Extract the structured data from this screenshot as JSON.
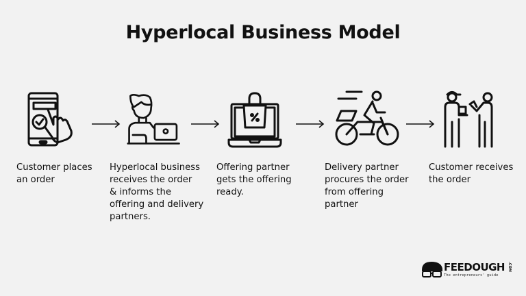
{
  "title": "Hyperlocal Business Model",
  "steps": [
    {
      "icon": "smartphone-tap-check-icon",
      "text": "Customer places\nan order"
    },
    {
      "icon": "person-laptop-icon",
      "text": "Hyperlocal business\nreceives the order\n& informs the\noffering and delivery\npartners."
    },
    {
      "icon": "laptop-shopping-bag-icon",
      "text": "Offering partner\ngets the offering\nready."
    },
    {
      "icon": "delivery-bicycle-icon",
      "text": "Delivery partner\nprocures the order\nfrom offering\npartner"
    },
    {
      "icon": "package-handover-icon",
      "text": "Customer receives\nthe order"
    }
  ],
  "arrows": [
    "arrow-right-icon",
    "arrow-right-icon",
    "arrow-right-icon",
    "arrow-right-icon"
  ],
  "logo": {
    "name": "FEEDOUGH",
    "suffix": ".COM",
    "tagline": "The entrepreneurs' guide"
  },
  "colors": {
    "background": "#f2f2f2",
    "ink": "#111111"
  }
}
